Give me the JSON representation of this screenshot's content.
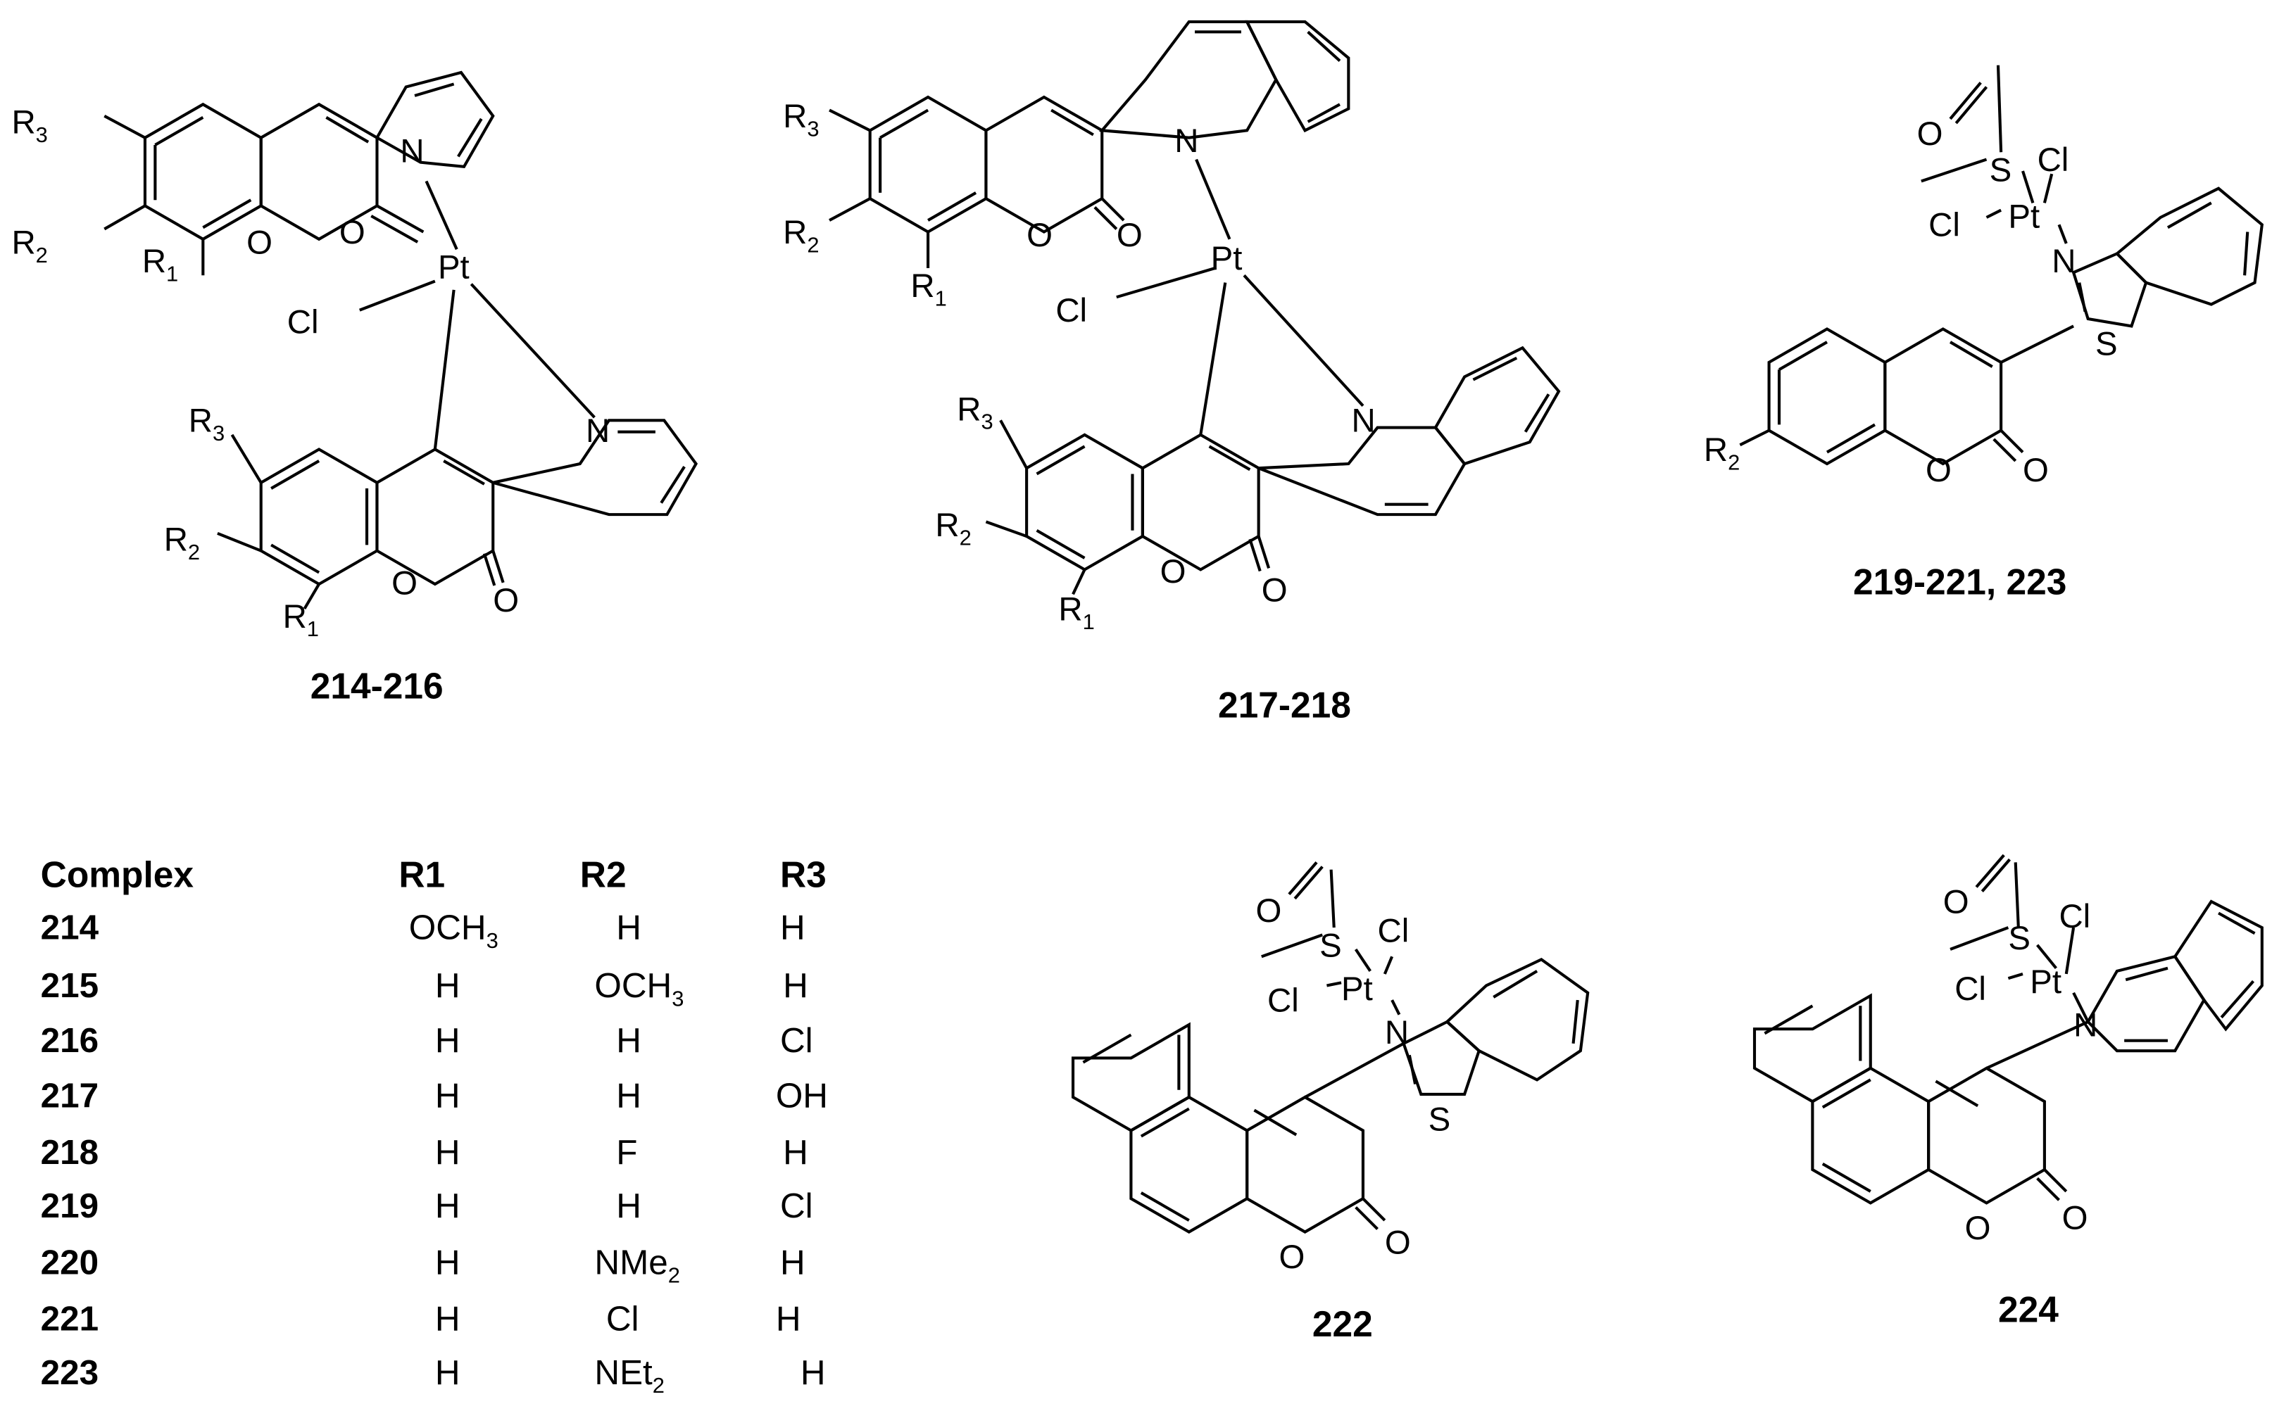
{
  "compounds": {
    "c214_216": {
      "label": "214-216",
      "atoms": {
        "r3": "R",
        "r3_sub": "3",
        "r2": "R",
        "r2_sub": "2",
        "r1": "R",
        "r1_sub": "1",
        "o_ring": "O",
        "o_carbonyl": "O",
        "n_top": "N",
        "pt": "Pt",
        "cl": "Cl",
        "r3b": "R",
        "r3b_sub": "3",
        "r2b": "R",
        "r2b_sub": "2",
        "r1b": "R",
        "r1b_sub": "1",
        "o_ring_b": "O",
        "o_carbonyl_b": "O",
        "n_bottom": "N"
      }
    },
    "c217_218": {
      "label": "217-218",
      "atoms": {
        "r3": "R",
        "r3_sub": "3",
        "r2": "R",
        "r2_sub": "2",
        "r1": "R",
        "r1_sub": "1",
        "o_ring": "O",
        "o_carbonyl": "O",
        "n_top": "N",
        "pt": "Pt",
        "cl": "Cl",
        "r3b": "R",
        "r3b_sub": "3",
        "r2b": "R",
        "r2b_sub": "2",
        "r1b": "R",
        "r1b_sub": "1",
        "o_ring_b": "O",
        "o_carbonyl_b": "O",
        "n_bottom": "N"
      }
    },
    "c219_223": {
      "label": "219-221, 223",
      "atoms": {
        "o_sulfoxide": "O",
        "s_sulfoxide": "S",
        "pt": "Pt",
        "cl1": "Cl",
        "cl2": "Cl",
        "n": "N",
        "s_ring": "S",
        "o_ring": "O",
        "o_carbonyl": "O",
        "r2": "R",
        "r2_sub": "2"
      }
    },
    "c222": {
      "label": "222",
      "atoms": {
        "o_sulfoxide": "O",
        "s_sulfoxide": "S",
        "pt": "Pt",
        "cl1": "Cl",
        "cl2": "Cl",
        "n": "N",
        "s_ring": "S",
        "o_ring": "O",
        "o_carbonyl": "O"
      }
    },
    "c224": {
      "label": "224",
      "atoms": {
        "o_sulfoxide": "O",
        "s_sulfoxide": "S",
        "pt": "Pt",
        "cl1": "Cl",
        "cl2": "Cl",
        "n": "N",
        "o_ring": "O",
        "o_carbonyl": "O"
      }
    }
  },
  "table": {
    "headers": [
      "Complex",
      "R1",
      "R2",
      "R3"
    ],
    "rows": [
      {
        "complex": "214",
        "r1": "OCH",
        "r1_sub": "3",
        "r2": "H",
        "r2_sub": "",
        "r3": "H",
        "r3_sub": ""
      },
      {
        "complex": "215",
        "r1": "H",
        "r1_sub": "",
        "r2": "OCH",
        "r2_sub": "3",
        "r3": "H",
        "r3_sub": ""
      },
      {
        "complex": "216",
        "r1": "H",
        "r1_sub": "",
        "r2": "H",
        "r2_sub": "",
        "r3": "Cl",
        "r3_sub": ""
      },
      {
        "complex": "217",
        "r1": "H",
        "r1_sub": "",
        "r2": "H",
        "r2_sub": "",
        "r3": "OH",
        "r3_sub": ""
      },
      {
        "complex": "218",
        "r1": "H",
        "r1_sub": "",
        "r2": "F",
        "r2_sub": "",
        "r3": "H",
        "r3_sub": ""
      },
      {
        "complex": "219",
        "r1": "H",
        "r1_sub": "",
        "r2": "H",
        "r2_sub": "",
        "r3": "Cl",
        "r3_sub": ""
      },
      {
        "complex": "220",
        "r1": "H",
        "r1_sub": "",
        "r2": "NMe",
        "r2_sub": "2",
        "r3": "H",
        "r3_sub": ""
      },
      {
        "complex": "221",
        "r1": "H",
        "r1_sub": "",
        "r2": "Cl",
        "r2_sub": "",
        "r3": "H",
        "r3_sub": ""
      },
      {
        "complex": "223",
        "r1": "H",
        "r1_sub": "",
        "r2": "NEt",
        "r2_sub": "2",
        "r3": "H",
        "r3_sub": ""
      }
    ]
  }
}
